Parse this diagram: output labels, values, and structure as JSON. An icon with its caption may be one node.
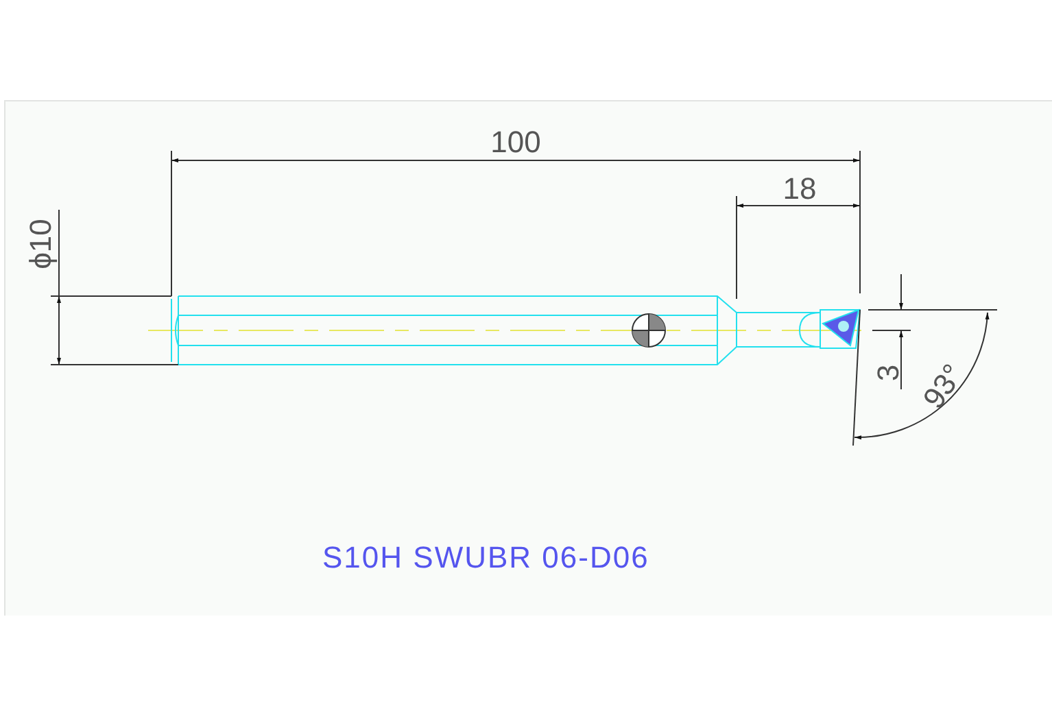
{
  "diagram": {
    "caption": "S10H SWUBR 06-D06",
    "labels": [
      "100",
      "18",
      "ϕ10",
      "3",
      "93°"
    ]
  }
}
